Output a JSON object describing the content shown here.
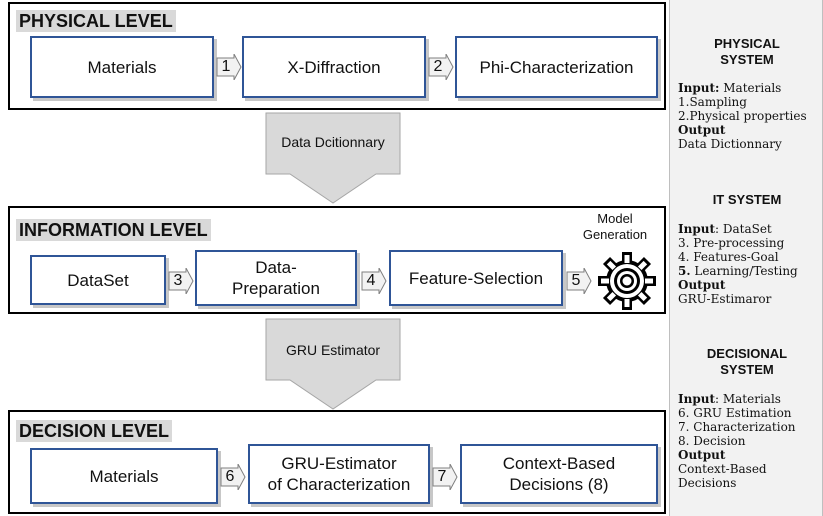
{
  "physical": {
    "title": "PHYSICAL LEVEL",
    "boxes": [
      "Materials",
      "X-Diffraction",
      "Phi-Characterization"
    ],
    "steps": [
      "1",
      "2"
    ]
  },
  "transition1": "Data Dcitionnary",
  "information": {
    "title": "INFORMATION LEVEL",
    "box1": "DataSet",
    "box2_l1": "Data-",
    "box2_l2": "Preparation",
    "box3": "Feature-Selection",
    "steps": [
      "3",
      "4",
      "5"
    ],
    "model_l1": "Model",
    "model_l2": "Generation",
    "gear_icon": "gear-icon"
  },
  "transition2": "GRU Estimator",
  "decision": {
    "title": "DECISION LEVEL",
    "box1": "Materials",
    "box2_l1": "GRU-Estimator",
    "box2_l2": "of Characterization",
    "box3_l1": "Context-Based",
    "box3_l2": "Decisions (8)",
    "steps": [
      "6",
      "7"
    ]
  },
  "sidebar": {
    "physical": {
      "title_l1": "PHYSICAL",
      "title_l2": "SYSTEM",
      "input_label": "Input:",
      "input_value": " Materials",
      "items": [
        "1.Sampling",
        "2.Physical properties"
      ],
      "output_label": "Output",
      "output_lines": [
        "Data Dictionnary"
      ]
    },
    "it": {
      "title": "IT SYSTEM",
      "input_label": "Input",
      "input_value": ": DataSet",
      "items": [
        "3. Pre-processing",
        "4. Features-Goal"
      ],
      "item5_num": "5.",
      "item5_text": " Learning/Testing",
      "output_label": "Output",
      "output_lines": [
        "GRU-Estimaror"
      ]
    },
    "decisional": {
      "title_l1": "DECISIONAL",
      "title_l2": "SYSTEM",
      "input_label": "Input",
      "input_value": ": Materials",
      "items": [
        "6. GRU Estimation",
        "7. Characterization",
        "8. Decision"
      ],
      "output_label": "Output",
      "output_lines": [
        "Context-Based",
        "Decisions"
      ]
    }
  }
}
